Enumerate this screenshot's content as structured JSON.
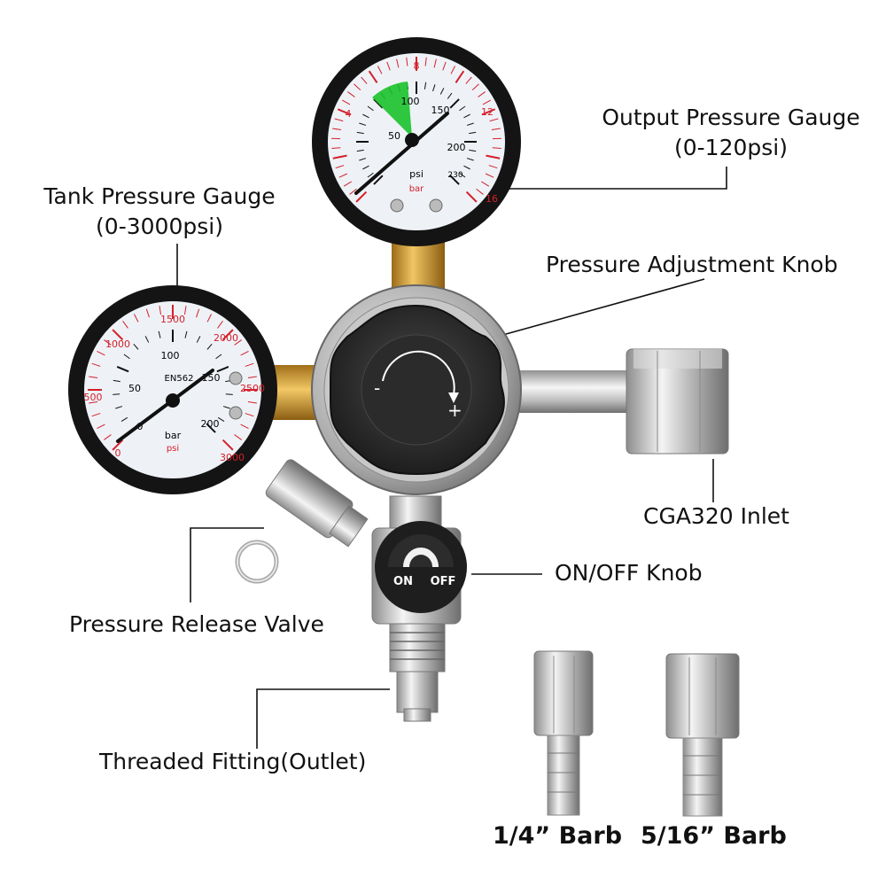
{
  "callouts": {
    "output_gauge_title": "Output Pressure Gauge",
    "output_gauge_range": "(0-120psi)",
    "tank_gauge_title": "Tank Pressure Gauge",
    "tank_gauge_range": "(0-3000psi)",
    "adjust_knob": "Pressure Adjustment Knob",
    "inlet": "CGA320 Inlet",
    "on_off_knob": "ON/OFF Knob",
    "release_valve": "Pressure Release Valve",
    "outlet": "Threaded Fitting(Outlet)"
  },
  "barbs": {
    "small": "1/4” Barb",
    "large": "5/16” Barb"
  },
  "output_gauge": {
    "psi_ticks": [
      "50",
      "100",
      "150",
      "200",
      "230"
    ],
    "bar_ticks": [
      "4",
      "8",
      "12",
      "16"
    ],
    "unit_psi": "psi",
    "unit_bar": "bar"
  },
  "tank_gauge": {
    "psi_ticks": [
      "0",
      "500",
      "1000",
      "1500",
      "2000",
      "2500",
      "3000"
    ],
    "bar_ticks": [
      "0",
      "50",
      "100",
      "150",
      "200"
    ],
    "brand": "EN562",
    "unit_bar": "bar",
    "unit_psi": "psi"
  },
  "valve_text": {
    "on": "ON",
    "off": "OFF",
    "minus": "-",
    "plus": "+"
  },
  "colors": {
    "brass": "#c9962e",
    "scale_red": "#d4202a",
    "green_zone": "#19c22a",
    "knob_black": "#262626"
  }
}
